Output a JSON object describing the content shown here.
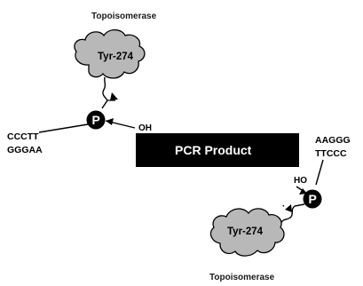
{
  "enzyme_top": {
    "label": "Topoisomerase",
    "cloud_label": "Tyr-274",
    "phosphate": "P",
    "hydroxyl": "OH"
  },
  "enzyme_bottom": {
    "label": "Topoisomerase",
    "cloud_label": "Tyr-274",
    "phosphate": "P",
    "hydroxyl": "HO"
  },
  "pcr_product": {
    "label": "PCR Product"
  },
  "left_end": {
    "top_strand": "CCCTT",
    "bottom_strand": "GGGAA"
  },
  "right_end": {
    "top_strand": "AAGGG",
    "bottom_strand": "TTCCC"
  },
  "colors": {
    "cloud_fill": "#b8b8b8",
    "cloud_stroke": "#000000",
    "pcr_fill": "#000000",
    "phosphate_fill": "#000000"
  }
}
